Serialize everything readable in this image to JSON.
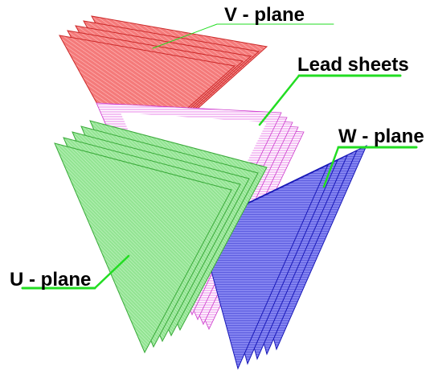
{
  "diagram": {
    "labels": {
      "v_plane": "V - plane",
      "lead_sheets": "Lead sheets",
      "w_plane": "W - plane",
      "u_plane": "U - plane"
    },
    "colors": {
      "v_plane_fill": "#f47a7a",
      "v_plane_hatch": "#ffb3b3",
      "v_plane_edge": "#cc2a2a",
      "lead_fill": "#ffffff",
      "lead_hatch": "#e060e0",
      "lead_edge": "#cc3acc",
      "w_plane_fill": "#6a6ae6",
      "w_plane_hatch": "#9a9aff",
      "w_plane_edge": "#1a1ab8",
      "u_plane_fill": "#9de89d",
      "u_plane_hatch": "#c8f5c8",
      "u_plane_edge": "#3aaa3a",
      "leader_line": "#22dd22"
    }
  }
}
